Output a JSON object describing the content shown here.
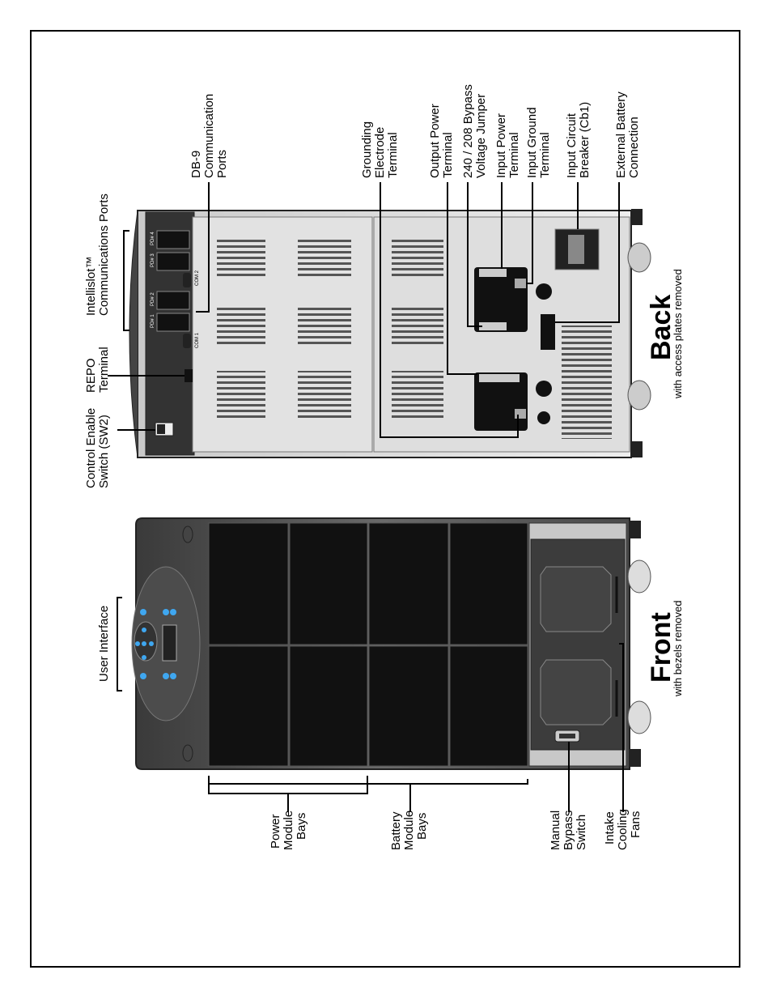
{
  "front": {
    "title": "Front",
    "subtitle": "with bezels removed",
    "labels": {
      "user_interface": [
        "User Interface"
      ],
      "power_bays": [
        "Power",
        "Module",
        "Bays"
      ],
      "battery_bays": [
        "Battery",
        "Module",
        "Bays"
      ],
      "manual_bypass": [
        "Manual",
        "Bypass",
        "Switch"
      ],
      "intake_fans": [
        "Intake",
        "Cooling",
        "Fans"
      ]
    }
  },
  "back": {
    "title": "Back",
    "subtitle": "with access plates removed",
    "labels": {
      "control_enable": [
        "Control Enable",
        "Switch (SW2)"
      ],
      "repo": [
        "REPO",
        "Terminal"
      ],
      "intellislot": [
        "Intellislot™",
        "Communications Ports"
      ],
      "db9": [
        "DB-9",
        "Communication",
        "Ports"
      ],
      "grounding": [
        "Grounding",
        "Electrode",
        "Terminal"
      ],
      "output_power": [
        "Output Power",
        "Terminal"
      ],
      "bypass_jumper": [
        "240 / 208 Bypass",
        "Voltage Jumper"
      ],
      "input_power": [
        "Input Power",
        "Terminal"
      ],
      "input_ground": [
        "Input Ground",
        "Terminal"
      ],
      "input_breaker": [
        "Input Circuit",
        "Breaker (Cb1)"
      ],
      "ext_battery": [
        "External Battery",
        "Connection"
      ]
    },
    "port_marks": [
      "PD# 1",
      "PD# 2",
      "PD# 3",
      "PD# 4",
      "COM 1",
      "COM 2"
    ]
  },
  "colors": {
    "cabinet": "#5a5a5a",
    "bay": "#111111",
    "panel": "#d8d8d8",
    "ui_button": "#3fa7f0"
  }
}
